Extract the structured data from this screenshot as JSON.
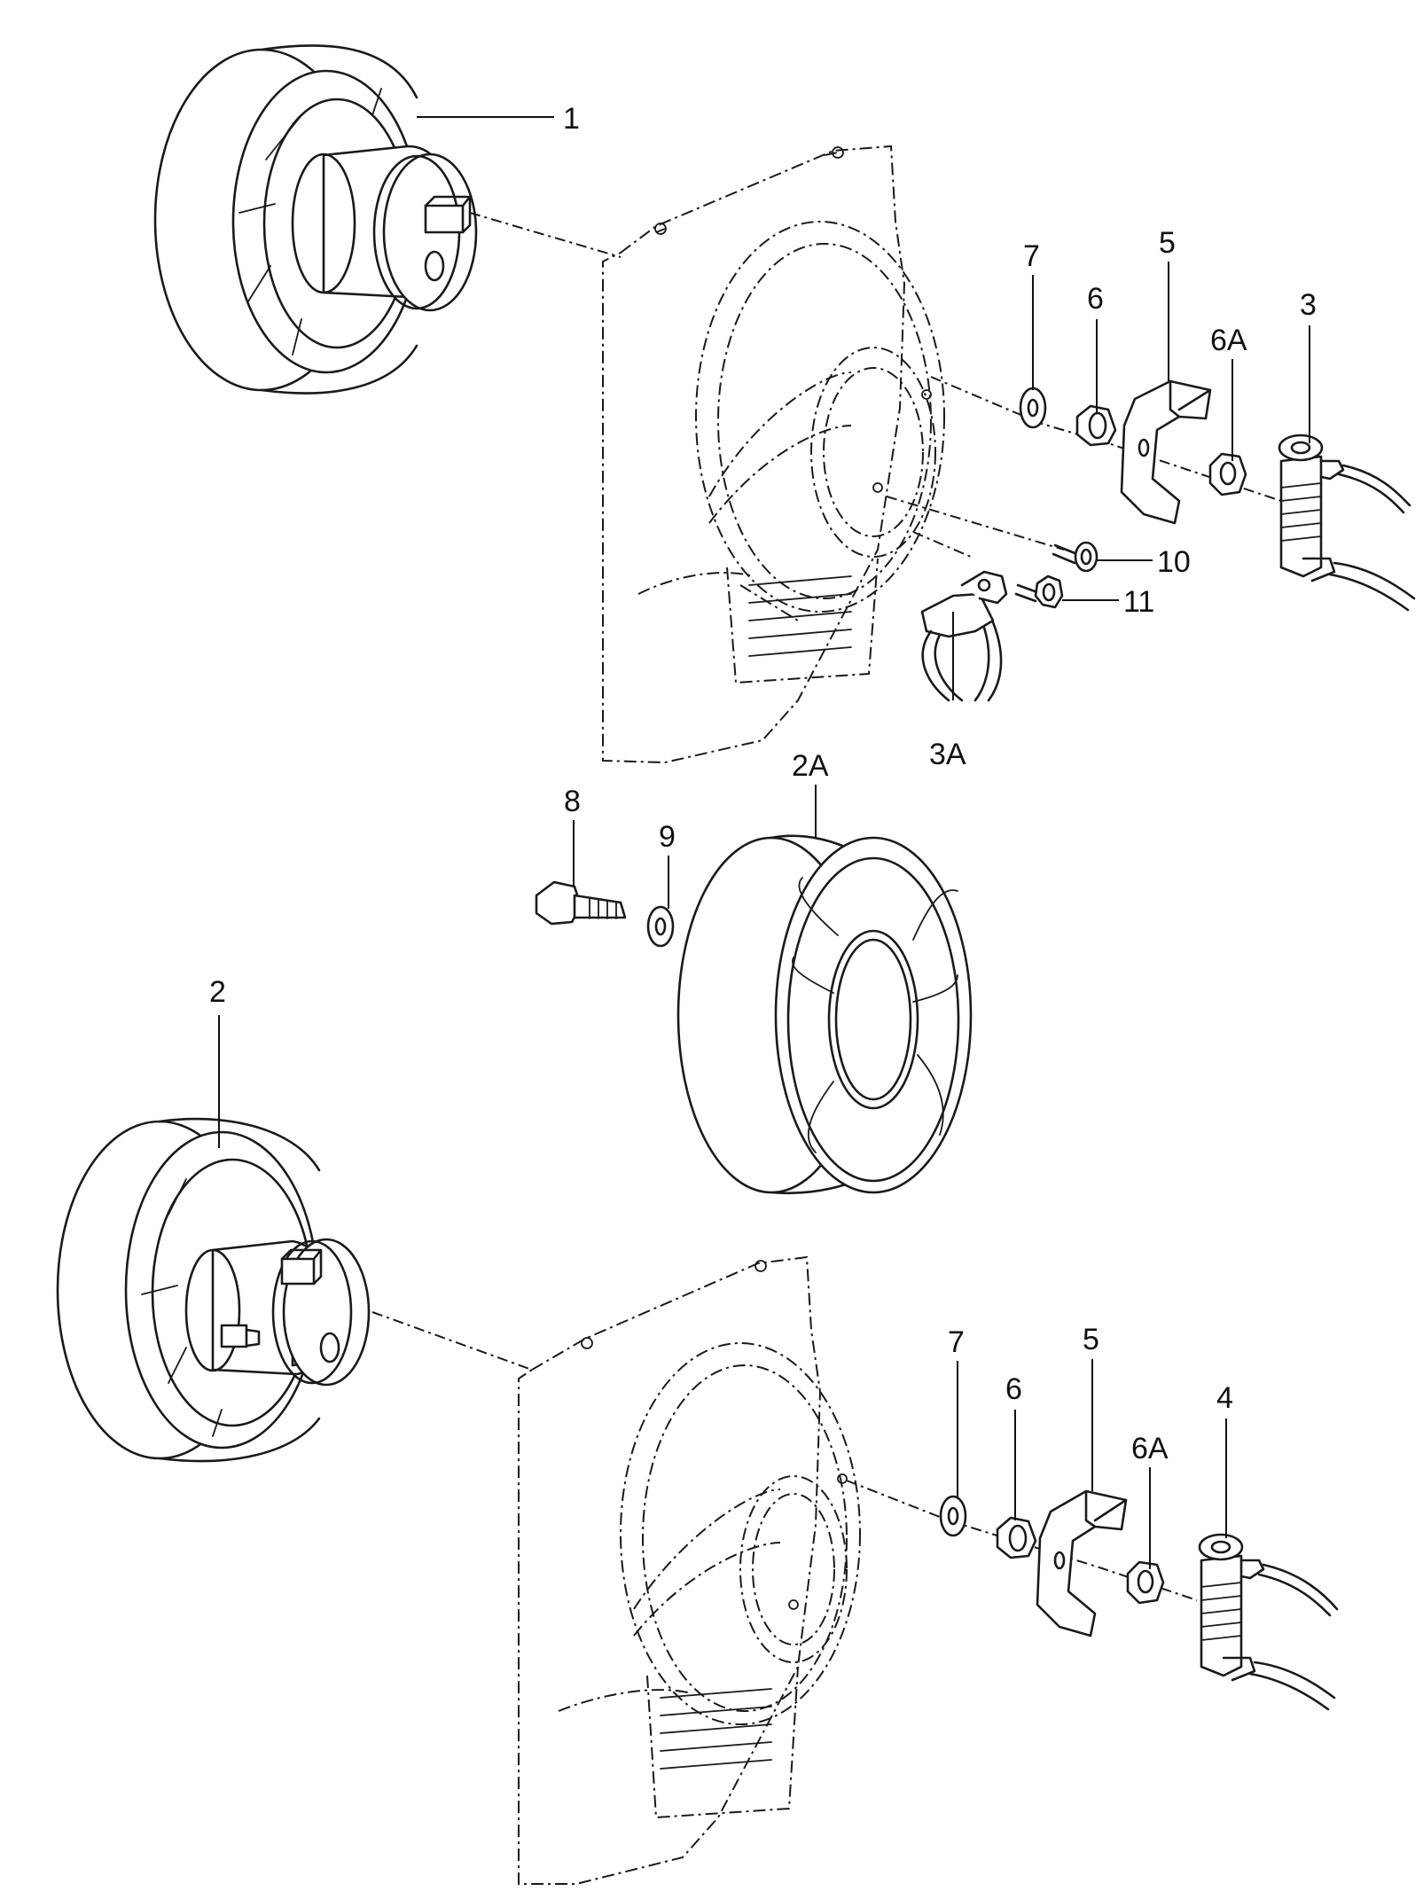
{
  "callouts": {
    "c1": "1",
    "c2": "2",
    "c2A": "2A",
    "c3": "3",
    "c3A": "3A",
    "c4": "4",
    "c5_top": "5",
    "c5_bottom": "5",
    "c6_top": "6",
    "c6_bottom": "6",
    "c6A_top": "6A",
    "c6A_bottom": "6A",
    "c7_top": "7",
    "c7_bottom": "7",
    "c8": "8",
    "c9": "9",
    "c10": "10",
    "c11": "11"
  },
  "colors": {
    "ink": "#1a1a1a",
    "background": "#ffffff"
  }
}
